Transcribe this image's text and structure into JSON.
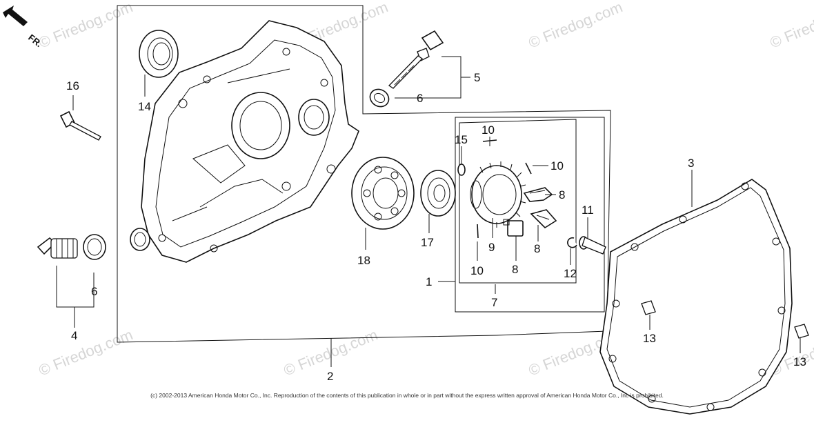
{
  "direction_indicator": "FR.",
  "watermark": "© Firedog.com",
  "copyright": "(c) 2002-2013 American Honda Motor Co., Inc. Reproduction of the contents of this publication in whole or in part without the express written approval of American Honda Motor Co., Inc is prohibited.",
  "callouts": {
    "c1": "1",
    "c2": "2",
    "c3": "3",
    "c4": "4",
    "c5": "5",
    "c6a": "6",
    "c6b": "6",
    "c7": "7",
    "c8a": "8",
    "c8b": "8",
    "c8c": "8",
    "c9": "9",
    "c10a": "10",
    "c10b": "10",
    "c10c": "10",
    "c11": "11",
    "c12": "12",
    "c13a": "13",
    "c13b": "13",
    "c14": "14",
    "c15": "15",
    "c16": "16",
    "c17": "17",
    "c18": "18"
  }
}
